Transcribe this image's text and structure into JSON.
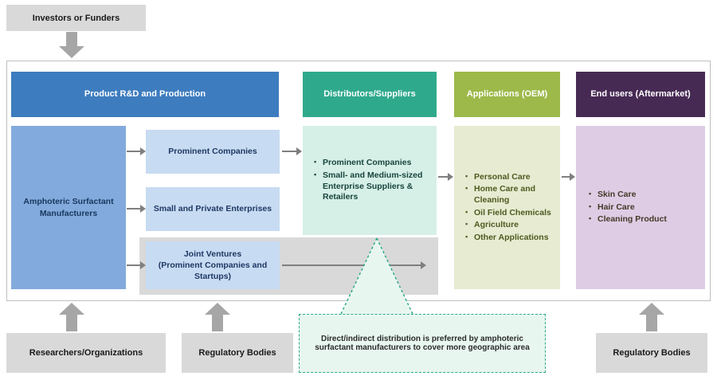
{
  "investors": {
    "label": "Investors or Funders"
  },
  "rd": {
    "header": "Product R&D and Production",
    "manufacturers": "Amphoteric Surfactant Manufacturers",
    "prominent": "Prominent Companies",
    "small_private": "Small and Private Enterprises",
    "joint_ventures": "Joint Ventures\n(Prominent Companies and\nStartups)"
  },
  "distributors": {
    "header": "Distributors/Suppliers",
    "items": [
      "Prominent Companies",
      "Small- and Medium-sized Enterprise Suppliers & Retailers"
    ]
  },
  "applications": {
    "header": "Applications (OEM)",
    "items": [
      "Personal Care",
      "Home Care and Cleaning",
      "Oil Field Chemicals",
      "Agriculture",
      "Other Applications"
    ]
  },
  "end_users": {
    "header": "End users (Aftermarket)",
    "items": [
      "Skin Care",
      "Hair Care",
      "Cleaning Product"
    ]
  },
  "bottom": {
    "researchers": "Researchers/Organizations",
    "regulatory_left": "Regulatory Bodies",
    "regulatory_right": "Regulatory Bodies"
  },
  "callout": {
    "text": "Direct/indirect distribution is preferred by amphoteric surfactant manufacturers to cover more geographic area"
  },
  "colors": {
    "rd_header": "#3D7CBE",
    "distributors_header": "#2FA98C",
    "applications_header": "#9DB94A",
    "end_users_header": "#472A54",
    "manufacturers_fill": "#83AADC",
    "light_blue_fill": "#C7DBF2",
    "mint_fill": "#D6EFE7",
    "olive_fill": "#E6EBD2",
    "lavender_fill": "#DECCE5",
    "gray_fill": "#D9D9D9",
    "arrow_gray": "#A6A6A6"
  }
}
